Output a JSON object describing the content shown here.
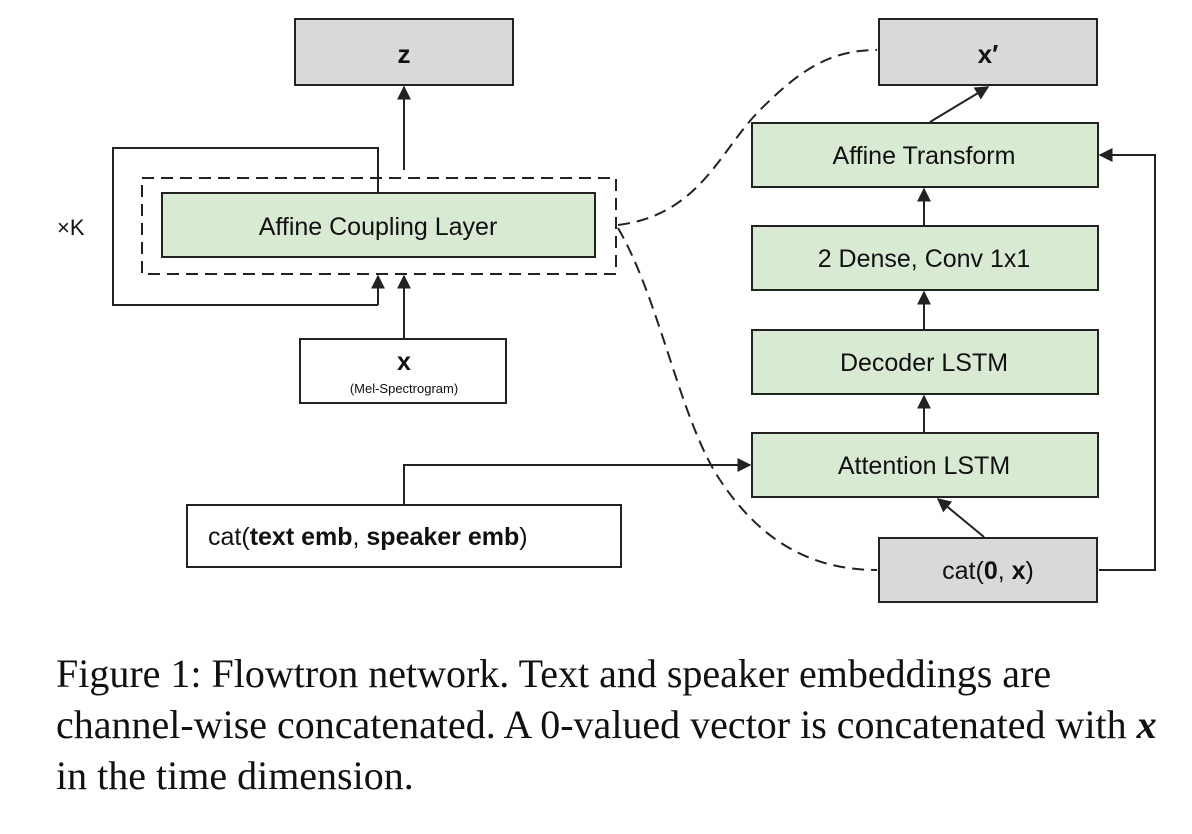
{
  "diagram": {
    "z_label": "z",
    "x_prime_label": "x′",
    "repeat_label": "×K",
    "affine_coupling_label": "Affine Coupling Layer",
    "x_label": "x",
    "x_sublabel": "(Mel-Spectrogram)",
    "affine_transform_label": "Affine Transform",
    "dense_conv_label": "2 Dense, Conv 1x1",
    "decoder_lstm_label": "Decoder LSTM",
    "attention_lstm_label": "Attention LSTM",
    "cat_text_prefix": "cat(",
    "cat_text_bold1": "text emb",
    "cat_text_sep": ", ",
    "cat_text_bold2": "speaker emb",
    "cat_text_suffix": ")",
    "cat_zero_prefix": "cat(",
    "cat_zero_bold1": "0",
    "cat_zero_sep": ", ",
    "cat_zero_bold2": "x",
    "cat_zero_suffix": ")",
    "colors": {
      "gray_fill": "#d9d9d9",
      "green_fill": "#d9ead3",
      "stroke": "#222222"
    }
  },
  "caption": {
    "text_before": "Figure 1: Flowtron network. Text and speaker embeddings are channel-wise concatenated. A 0-valued vector is concatenated with ",
    "math": "x",
    "text_after": " in the time dimension."
  }
}
